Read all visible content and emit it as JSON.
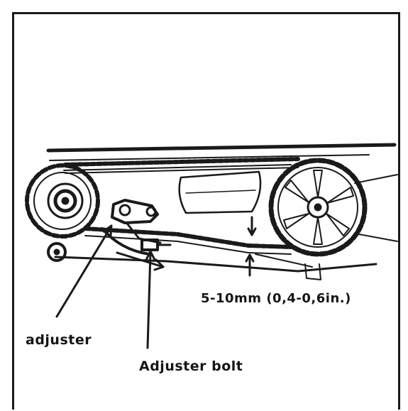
{
  "labels": {
    "slack_spec": "5-10mm  (0,4-0,6in.)",
    "adjuster": "adjuster",
    "adjuster_bolt": "Adjuster bolt"
  },
  "colors": {
    "ink": "#1a1a1a",
    "paper": "#ffffff"
  }
}
